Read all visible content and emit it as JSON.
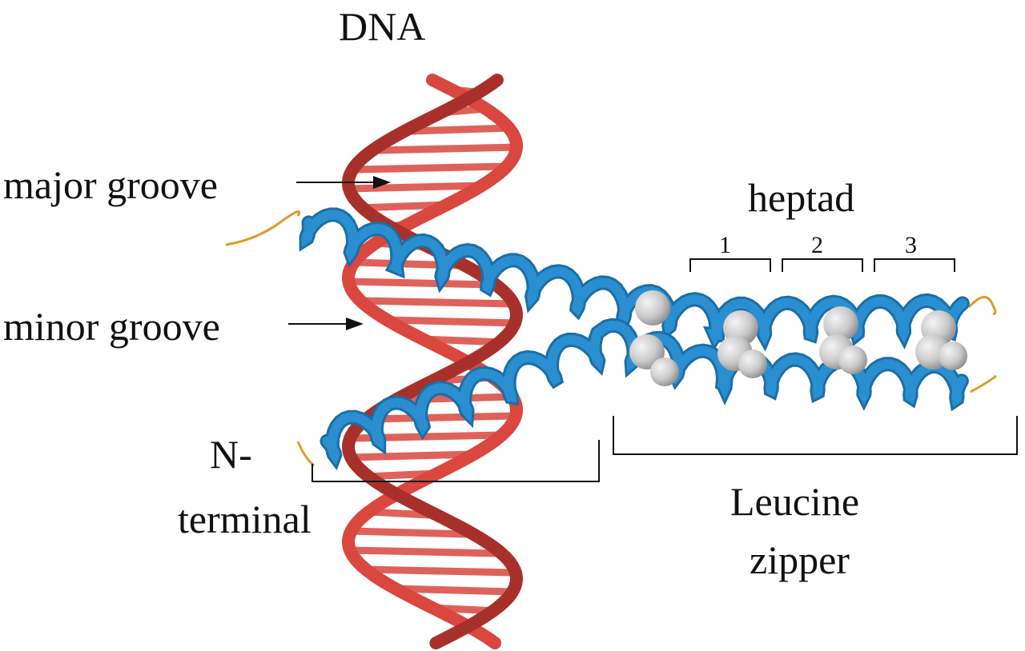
{
  "figure": {
    "title": "DNA",
    "labels": {
      "major_groove": "major groove",
      "minor_groove": "minor groove",
      "heptad": "heptad",
      "n_terminal_line1": "N-",
      "n_terminal_line2": "terminal",
      "leucine_line1": "Leucine",
      "zipper_line2": "zipper"
    },
    "heptad_numbers": [
      "1",
      "2",
      "3"
    ]
  },
  "colors": {
    "dna_strand": "#d9473f",
    "dna_strand_dark": "#a8302b",
    "protein_helix": "#2a8fd0",
    "protein_helix_dark": "#1c6ea5",
    "leucine_spheres": "#c9c9c9",
    "loop_tail": "#e09a2a",
    "annotation_lines": "#111111"
  }
}
